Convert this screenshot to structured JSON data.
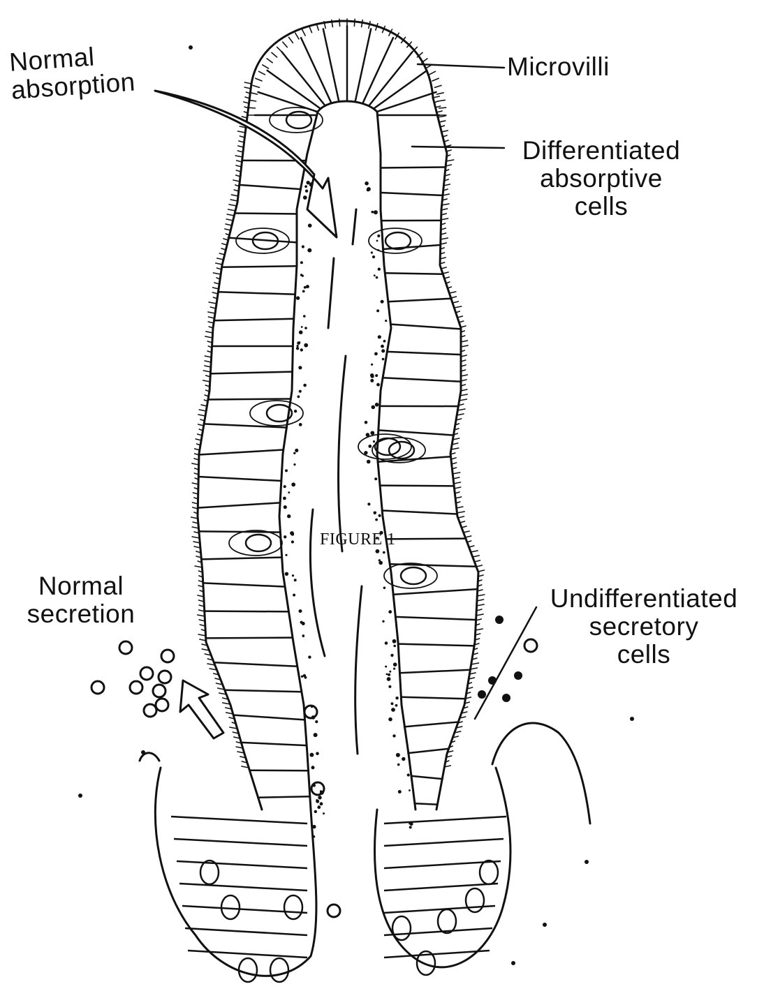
{
  "figure": {
    "caption": "FIGURE 1",
    "labels": {
      "normal_absorption": "Normal\nabsorption",
      "microvilli": "Microvilli",
      "differentiated_absorptive_cells": "Differentiated\nabsorptive\ncells",
      "normal_secretion": "Normal\nsecretion",
      "undifferentiated_secretory_cells": "Undifferentiated\nsecretory\ncells"
    }
  },
  "colors": {
    "ink": "#111111",
    "background": "#ffffff"
  }
}
